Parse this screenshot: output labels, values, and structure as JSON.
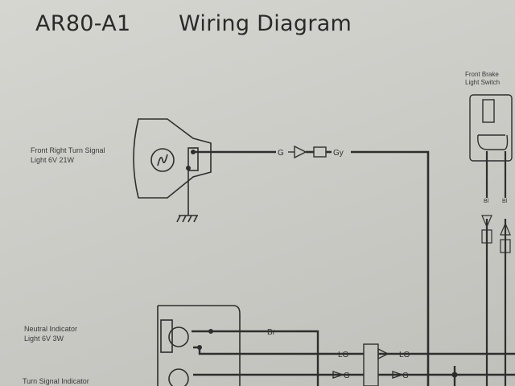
{
  "header": {
    "model": "AR80-A1",
    "title": "Wiring Diagram"
  },
  "components": {
    "front_turn_signal": {
      "line1": "Front Right Turn Signal",
      "line2": "Light 6V 21W"
    },
    "neutral_indicator": {
      "line1": "Neutral Indicator",
      "line2": "Light 6V 3W"
    },
    "turn_signal_indicator": {
      "line1": "Turn Signal Indicator"
    },
    "front_brake_switch": {
      "line1": "Front Brake",
      "line2": "Light Switch"
    }
  },
  "wire_labels": {
    "green": "G",
    "gray": "Gy",
    "brown": "Br",
    "light_green": "LG",
    "brake_left": "Bl",
    "brake_right": "Bl"
  }
}
